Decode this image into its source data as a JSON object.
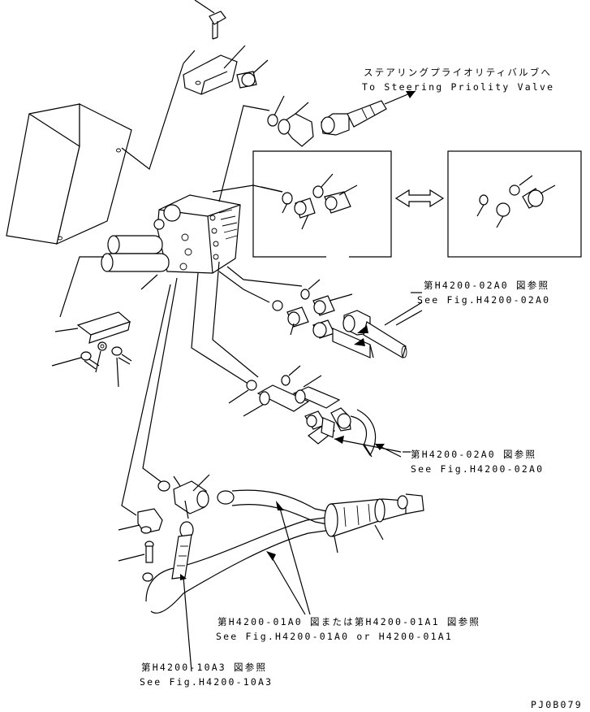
{
  "labels": {
    "steering_jp": "ステアリングプライオリティバルブへ",
    "steering_en": "To Steering Priolity Valve",
    "ref_02a0_upper_jp": "第H4200-02A0 図参照",
    "ref_02a0_upper_en": "See Fig.H4200-02A0",
    "ref_02a0_lower_jp": "第H4200-02A0 図参照",
    "ref_02a0_lower_en": "See Fig.H4200-02A0",
    "ref_01a0_jp": "第H4200-01A0 図または第H4200-01A1 図参照",
    "ref_01a0_en": "See Fig.H4200-01A0 or H4200-01A1",
    "ref_10a3_jp": "第H4200-10A3 図参照",
    "ref_10a3_en": "See Fig.H4200-10A3",
    "drawing_code": "PJ0B079"
  }
}
